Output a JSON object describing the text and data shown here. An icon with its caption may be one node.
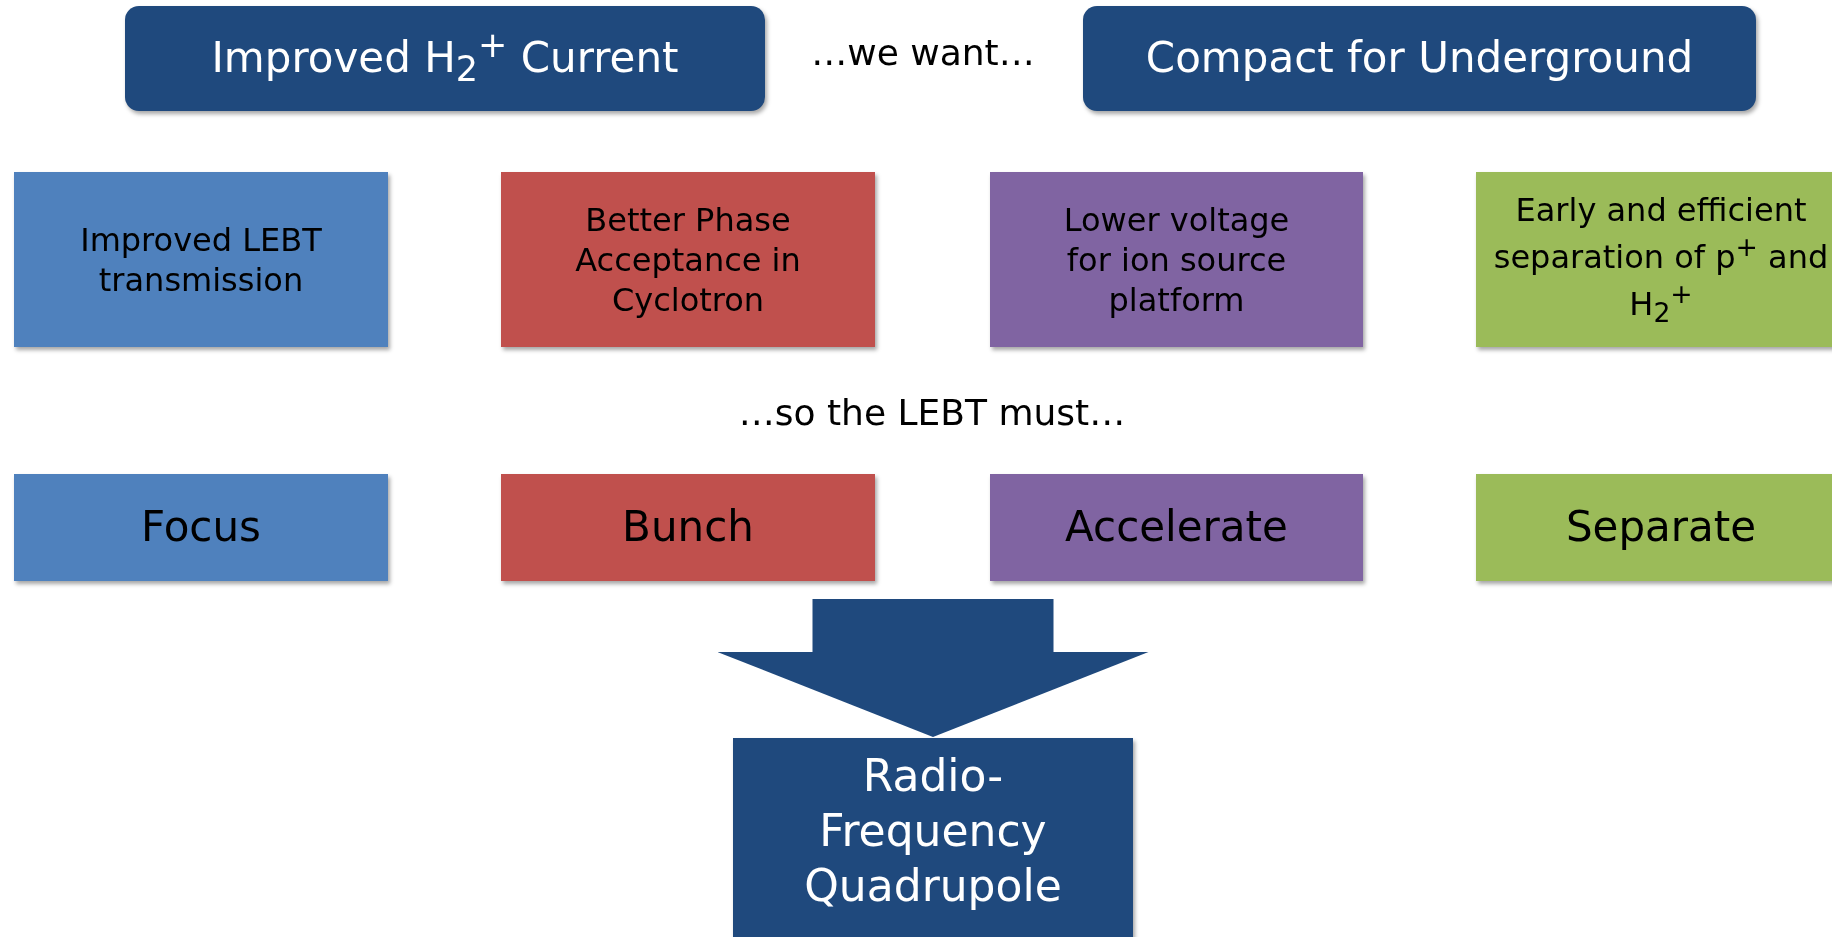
{
  "diagram": {
    "nodes": [
      {
        "text": [
          "Improved H$_{2}$$^{+}$ Current"
        ]
      },
      {
        "text": [
          "Compact for Underground"
        ]
      },
      {
        "text": [
          "Improved LEBT transmission"
        ]
      },
      {
        "text": [
          "Better Phase Acceptance in Cyclotron"
        ]
      },
      {
        "text": [
          "Lower voltage for ion source platform"
        ]
      },
      {
        "text": [
          "Early and efficient separation of p$^{+}$ and H$_{2}$$^{+}$"
        ]
      },
      {
        "text": [
          "Focus"
        ]
      },
      {
        "text": [
          "Bunch"
        ]
      },
      {
        "text": [
          "Accelerate"
        ]
      },
      {
        "text": [
          "Separate"
        ]
      },
      {
        "text": [
          "Radio-Frequency Quadrupole"
        ]
      }
    ],
    "edges": [
      {
        "from": null,
        "to": 10,
        "arrow": "to"
      }
    ],
    "labels": [
      "…we want…",
      "…so the LEBT must…"
    ]
  }
}
